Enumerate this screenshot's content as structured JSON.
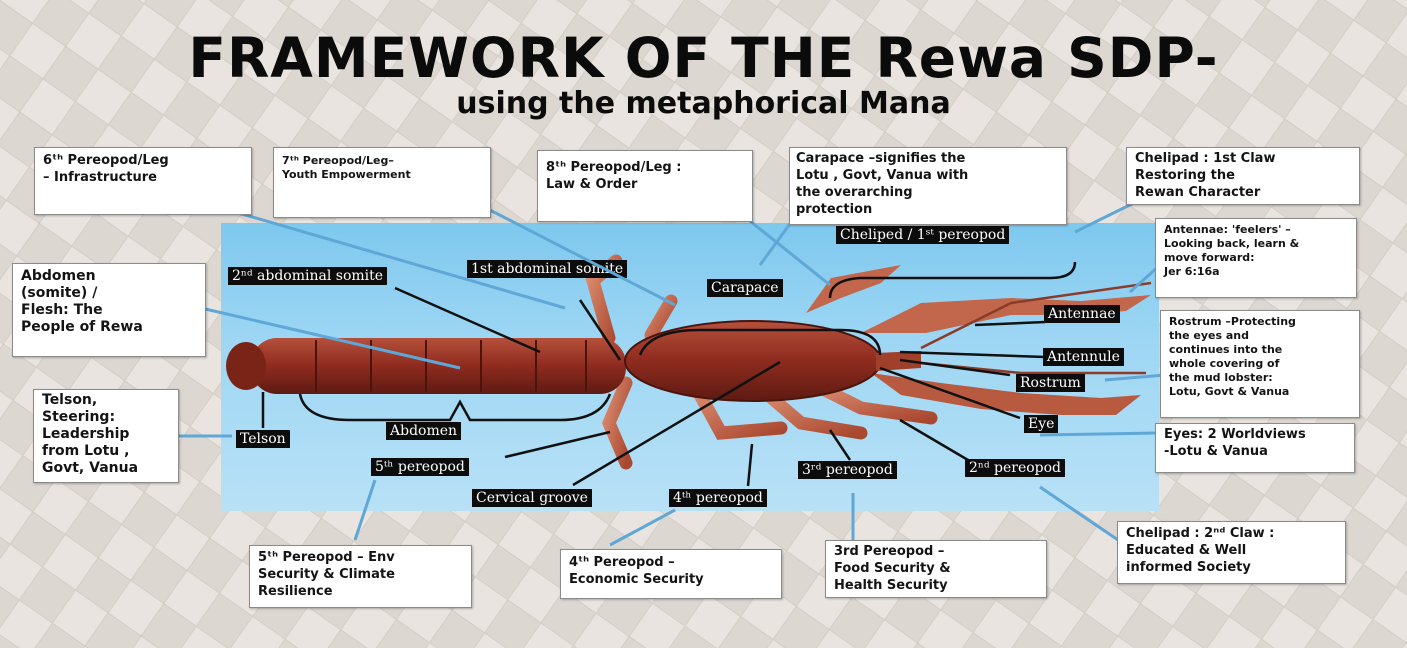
{
  "title": "FRAMEWORK OF THE Rewa SDP-",
  "subtitle": "using the metaphorical Mana",
  "diagram_labels": {
    "abdominal_somite_2": "2ⁿᵈ abdominal somite",
    "abdominal_somite_1": "1st abdominal somite",
    "carapace": "Carapace",
    "cheliped_1st_pereopod": "Cheliped / 1ˢᵗ pereopod",
    "antennae": "Antennae",
    "antennule": "Antennule",
    "rostrum": "Rostrum",
    "eye": "Eye",
    "telson": "Telson",
    "abdomen": "Abdomen",
    "pereopod_5": "5ᵗʰ  pereopod",
    "cervical_groove": "Cervical groove",
    "pereopod_4": "4ᵗʰ  pereopod",
    "pereopod_3": "3ʳᵈ  pereopod",
    "pereopod_2": "2ⁿᵈ pereopod"
  },
  "callouts": {
    "pereopod_6": "6ᵗʰ Pereopod/Leg\n– Infrastructure",
    "pereopod_7": "7ᵗʰ Pereopod/Leg–\nYouth Empowerment",
    "pereopod_8": "8ᵗʰ Pereopod/Leg :\nLaw & Order",
    "carapace": "Carapace –signifies the\nLotu , Govt, Vanua with\nthe overarching\nprotection",
    "chelipad_1": "Chelipad : 1st Claw\nRestoring the\nRewan Character",
    "antennae": "Antennae: 'feelers' –\nLooking back, learn &\nmove forward:\nJer 6:16a",
    "abdomen": "Abdomen\n(somite) /\nFlesh: The\nPeople of  Rewa",
    "rostrum": "Rostrum –Protecting\nthe eyes and\ncontinues into the\nwhole covering of\nthe mud lobster:\nLotu, Govt & Vanua",
    "telson": "Telson,\nSteering:\nLeadership\nfrom Lotu ,\nGovt, Vanua",
    "eyes": "Eyes: 2 Worldviews\n-Lotu  & Vanua",
    "pereopod_5": "5ᵗʰ Pereopod  – Env\nSecurity & Climate\nResilience",
    "pereopod_4": "4ᵗʰ Pereopod –\nEconomic Security",
    "pereopod_3": "3rd Pereopod –\nFood Security &\nHealth Security",
    "chelipad_2": "Chelipad : 2ⁿᵈ Claw :\nEducated & Well\ninformed Society"
  },
  "colors": {
    "background": "#e9e4df",
    "water": "#9dd6f4",
    "lobster_body": "#8e2b1f",
    "pointer_black": "#111111",
    "pointer_blue": "#5ea7d6"
  }
}
